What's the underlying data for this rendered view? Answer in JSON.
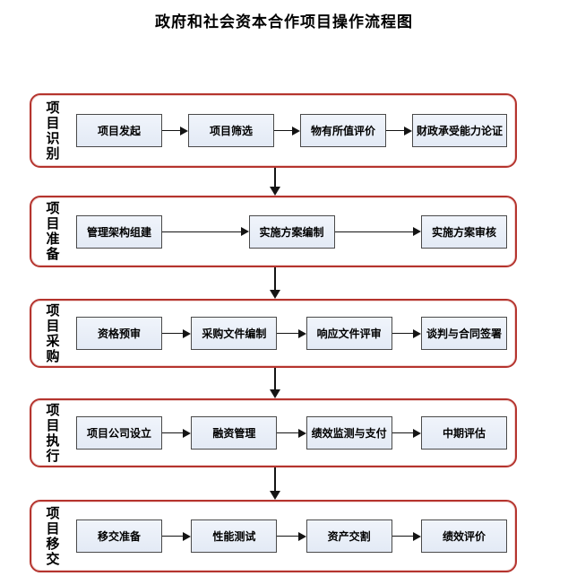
{
  "title": "政府和社会资本合作项目操作流程图",
  "colors": {
    "container_border": "#b5342e",
    "box_border": "#4a4a4a",
    "box_fill": "#e3eaf5",
    "box_fill_top": "#f0f4fb",
    "arrow": "#141414",
    "text": "#000000"
  },
  "stages": [
    {
      "label": "项目识别",
      "steps": [
        "项目发起",
        "项目筛选",
        "物有所值评价",
        "财政承受能力论证"
      ]
    },
    {
      "label": "项目准备",
      "steps": [
        "管理架构组建",
        "实施方案编制",
        "实施方案审核"
      ]
    },
    {
      "label": "项目采购",
      "steps": [
        "资格预审",
        "采购文件编制",
        "响应文件评审",
        "谈判与合同签署"
      ]
    },
    {
      "label": "项目执行",
      "steps": [
        "项目公司设立",
        "融资管理",
        "绩效监测与支付",
        "中期评估"
      ]
    },
    {
      "label": "项目移交",
      "steps": [
        "移交准备",
        "性能测试",
        "资产交割",
        "绩效评价"
      ]
    }
  ]
}
